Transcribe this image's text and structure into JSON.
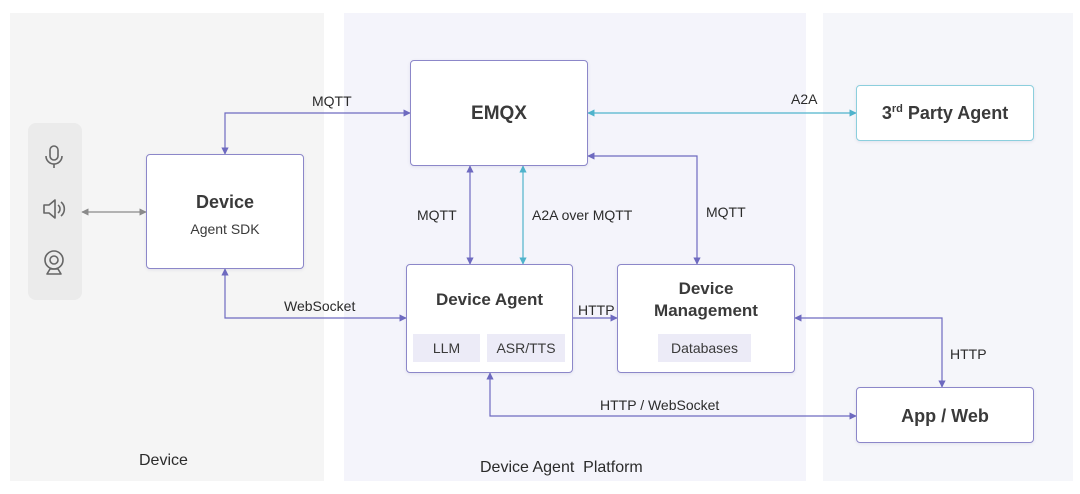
{
  "zones": {
    "device": "Device",
    "platform": "Device Agent  Platform"
  },
  "icons": [
    "microphone-icon",
    "speaker-icon",
    "camera-icon"
  ],
  "nodes": {
    "emqx": {
      "title": "EMQX"
    },
    "third_party": {
      "title_main": "3",
      "title_sup": "rd",
      "title_rest": " Party Agent"
    },
    "device": {
      "title": "Device",
      "subtitle": "Agent SDK"
    },
    "device_agent": {
      "title": "Device Agent",
      "chips": [
        "LLM",
        "ASR/TTS"
      ]
    },
    "device_management": {
      "title_line1": "Device",
      "title_line2": "Management",
      "chip": "Databases"
    },
    "app_web": {
      "title": "App / Web"
    }
  },
  "edges": {
    "device_emqx": "MQTT",
    "emqx_third_party": "A2A",
    "emqx_agent_mqtt": "MQTT",
    "emqx_agent_a2a": "A2A over MQTT",
    "emqx_management": "MQTT",
    "device_agent_ws": "WebSocket",
    "agent_management": "HTTP",
    "management_app": "HTTP",
    "agent_app": "HTTP / WebSocket"
  },
  "colors": {
    "edge": "#6e6ac0",
    "edge_a2a": "#4fb3cc",
    "edge_gray": "#8a8a8a",
    "box_border": "#8c87c9",
    "box_border_teal": "#8ccfdd"
  }
}
